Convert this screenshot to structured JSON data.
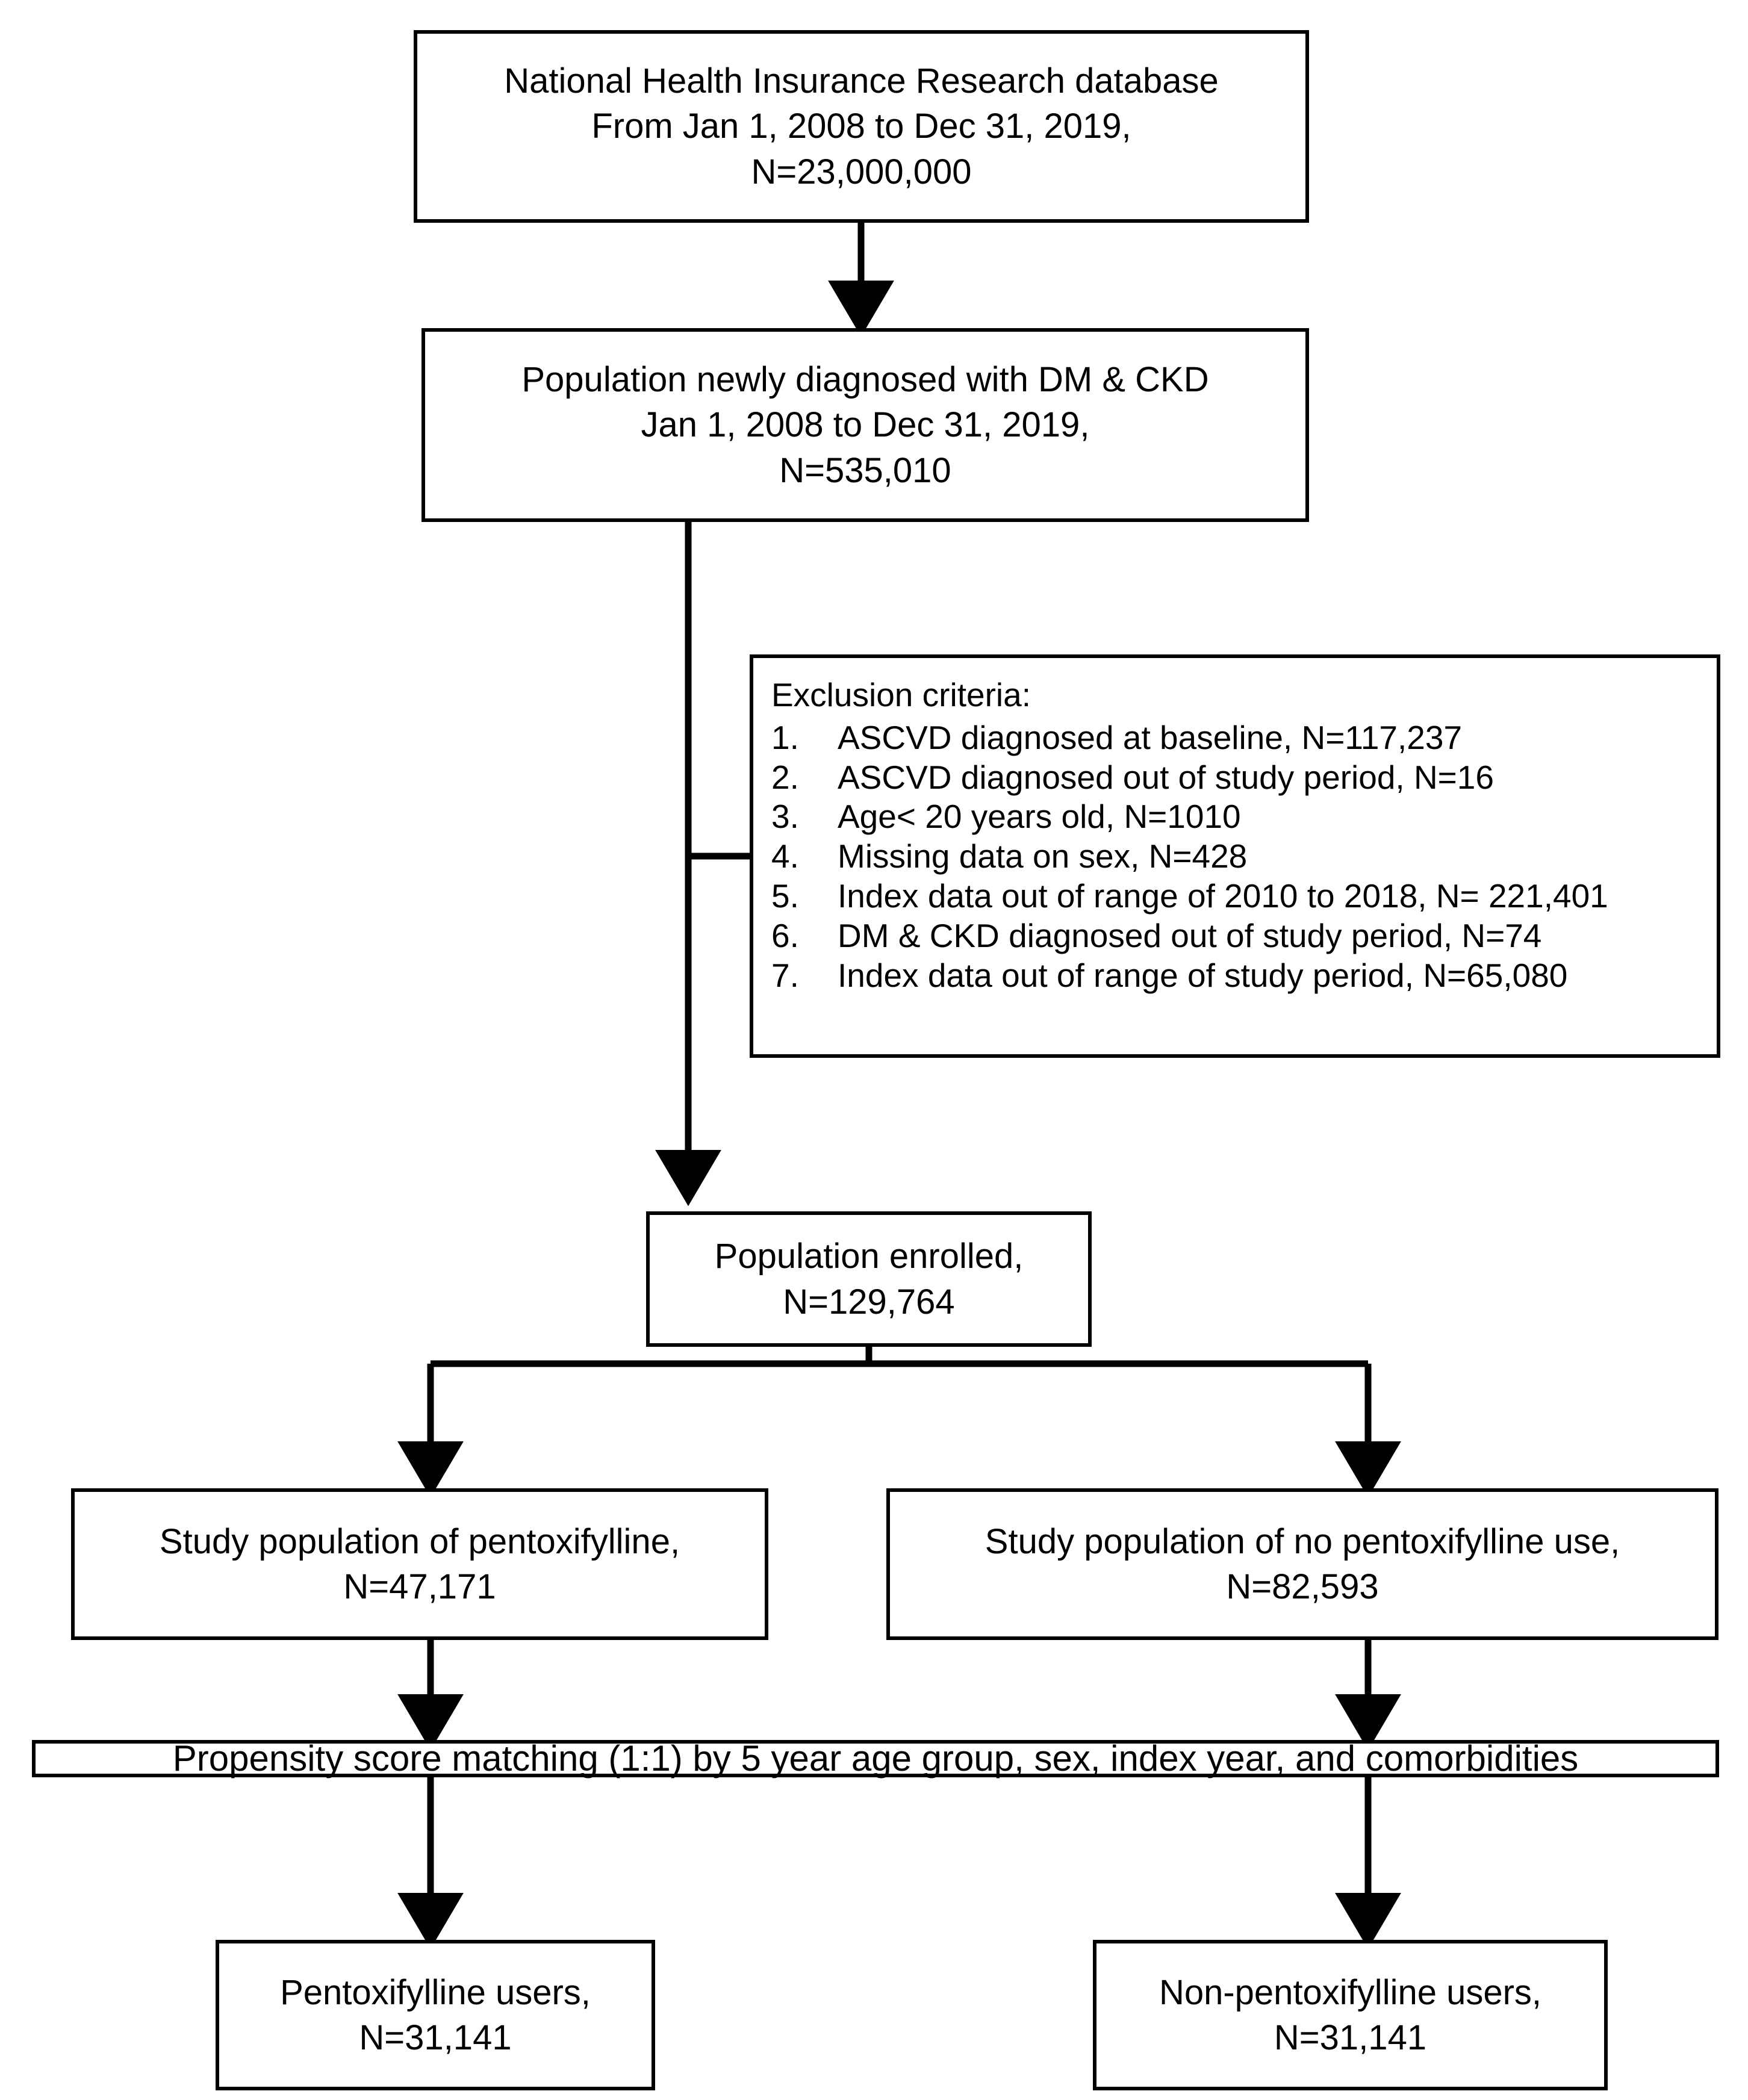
{
  "diagram": {
    "type": "study-flowchart",
    "title_semantic": "patient-selection-flow-diagram"
  },
  "nodes": {
    "database": {
      "name": "national-health-insurance-research-database",
      "lines": [
        "National Health Insurance Research database",
        "From Jan 1, 2008 to Dec 31, 2019,",
        "N=23,000,000"
      ]
    },
    "newly_diagnosed": {
      "name": "population-newly-diagnosed",
      "lines": [
        "Population newly diagnosed with DM & CKD",
        "Jan 1, 2008 to Dec 31, 2019,",
        "N=535,010"
      ]
    },
    "exclusion": {
      "name": "exclusion-criteria",
      "title": "Exclusion criteria:",
      "items": [
        {
          "num": "1.",
          "text": "ASCVD diagnosed at baseline, N=117,237"
        },
        {
          "num": "2.",
          "text": "ASCVD diagnosed out of study period, N=16"
        },
        {
          "num": "3.",
          "text": "Age< 20 years old, N=1010"
        },
        {
          "num": "4.",
          "text": "Missing data on sex, N=428"
        },
        {
          "num": "5.",
          "text": "Index data out of range of 2010 to 2018, N= 221,401"
        },
        {
          "num": "6.",
          "text": "DM & CKD diagnosed out of study period, N=74"
        },
        {
          "num": "7.",
          "text": "Index data out of range of study period, N=65,080"
        }
      ]
    },
    "enrolled": {
      "name": "population-enrolled",
      "lines": [
        "Population enrolled,",
        "N=129,764"
      ]
    },
    "study_pentox": {
      "name": "study-population-pentoxifylline",
      "lines": [
        "Study population of pentoxifylline,",
        "N=47,171"
      ]
    },
    "study_no_pentox": {
      "name": "study-population-no-pentoxifylline",
      "lines": [
        "Study population of no pentoxifylline use,",
        "N=82,593"
      ]
    },
    "matching": {
      "name": "propensity-score-matching",
      "lines": [
        "Propensity score matching (1:1) by 5 year age group, sex, index year, and comorbidities"
      ]
    },
    "pentox_users": {
      "name": "pentoxifylline-users",
      "lines": [
        "Pentoxifylline users,",
        "N=31,141"
      ]
    },
    "non_pentox_users": {
      "name": "non-pentoxifylline-users",
      "lines": [
        "Non-pentoxifylline users,",
        "N=31,141"
      ]
    }
  },
  "style": {
    "line_color": "#000000",
    "box_fill": "#ffffff",
    "page_background": "#ffffff"
  }
}
